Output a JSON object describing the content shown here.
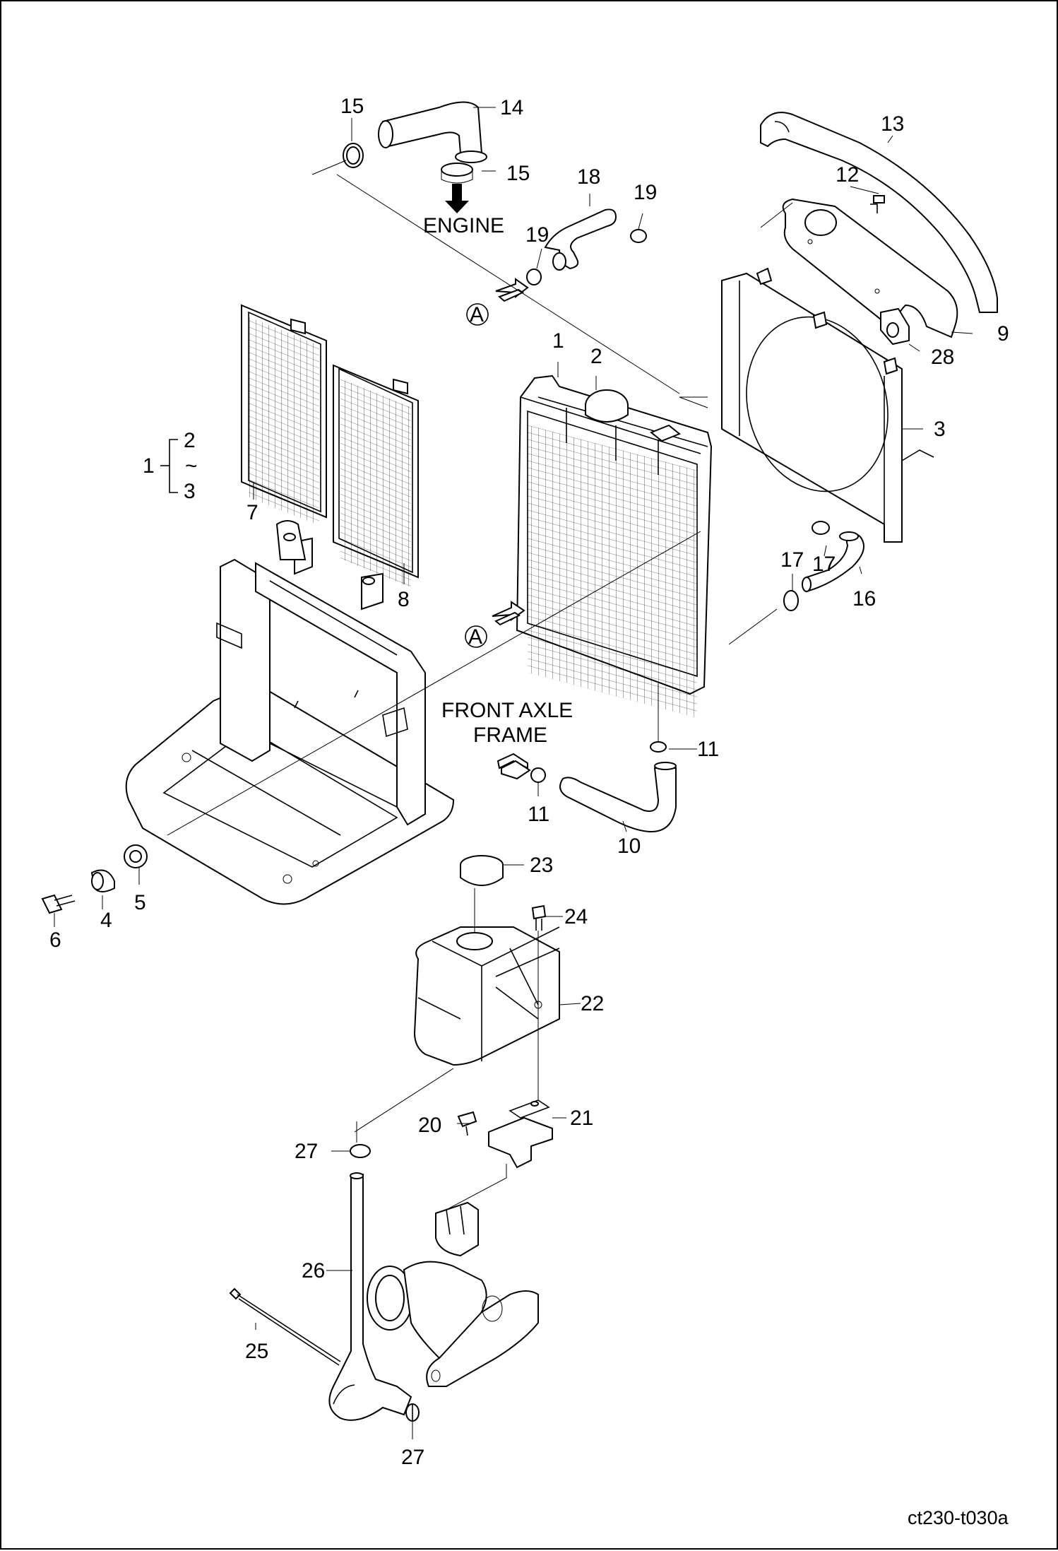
{
  "labels": {
    "engine": "ENGINE",
    "front_axle_1": "FRONT AXLE",
    "front_axle_2": "FRAME",
    "ref_a": "A",
    "figure_code": "ct230-t030a"
  },
  "bracket": {
    "main": "1",
    "top": "2",
    "tilde": "~",
    "bottom": "3"
  },
  "callouts": {
    "c1": "1",
    "c2": "2",
    "c3": "3",
    "c4": "4",
    "c5": "5",
    "c6": "6",
    "c7": "7",
    "c8": "8",
    "c9": "9",
    "c10": "10",
    "c11a": "11",
    "c11b": "11",
    "c12": "12",
    "c13": "13",
    "c14": "14",
    "c15a": "15",
    "c15b": "15",
    "c16": "16",
    "c17a": "17",
    "c17b": "17",
    "c18": "18",
    "c19a": "19",
    "c19b": "19",
    "c20": "20",
    "c21": "21",
    "c22": "22",
    "c23": "23",
    "c24": "24",
    "c25": "25",
    "c26": "26",
    "c27a": "27",
    "c27b": "27",
    "c28": "28"
  }
}
